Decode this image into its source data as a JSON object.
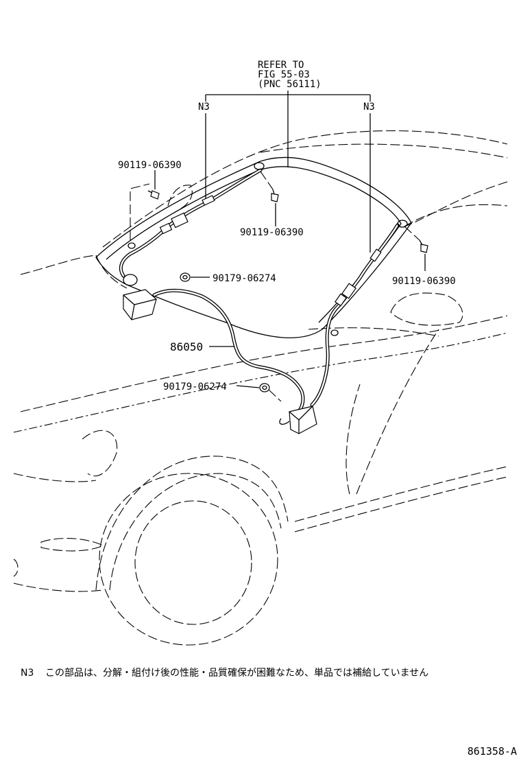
{
  "labels": {
    "refer": [
      "REFER TO",
      "FIG 55-03",
      "(PNC 56111)"
    ],
    "n3_left": "N3",
    "n3_right": "N3",
    "bolt_left": "90119-06390",
    "bolt_center": "90119-06390",
    "bolt_right": "90119-06390",
    "grommet_upper": "90179-06274",
    "grommet_lower": "90179-06274",
    "assembly": "86050"
  },
  "note": {
    "marker": "N3",
    "text": "この部品は、分解・組付け後の性能・品質確保が困難なため、単品では補給していません"
  },
  "diagram_code": "861358-A"
}
